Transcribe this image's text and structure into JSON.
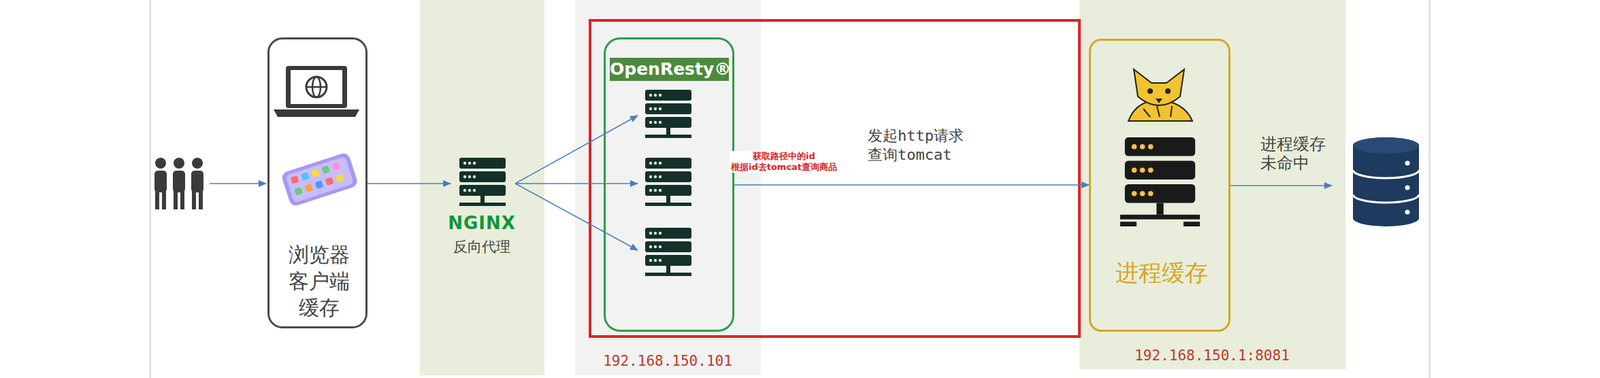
{
  "diagram": {
    "nodes": [
      {
        "text": [
          "浏览器 客户端 缓存"
        ]
      },
      {
        "text": [
          "NGINX",
          "反向代理"
        ]
      },
      {
        "text": [
          "192.168.150.101"
        ]
      },
      {
        "text": [
          "OpenResty®"
        ],
        "in": 2
      },
      {
        "text": [
          "192.168.150.1:8081"
        ]
      },
      {
        "text": [
          "进程缓存"
        ],
        "in": 4
      }
    ],
    "edges": [
      {
        "from": 0,
        "to": 1,
        "arrow": "to"
      },
      {
        "from": 1,
        "to": 3,
        "arrow": "to"
      },
      {
        "from": 1,
        "to": 3,
        "arrow": "to"
      },
      {
        "from": 1,
        "to": 3,
        "arrow": "to"
      },
      {
        "from": 3,
        "to": 5,
        "label": "发起http请求 查询tomcat",
        "arrow": "to"
      }
    ],
    "labels": [
      "获取路径中的id 根据id去tomcat查询商品",
      "进程缓存 未命中"
    ]
  }
}
